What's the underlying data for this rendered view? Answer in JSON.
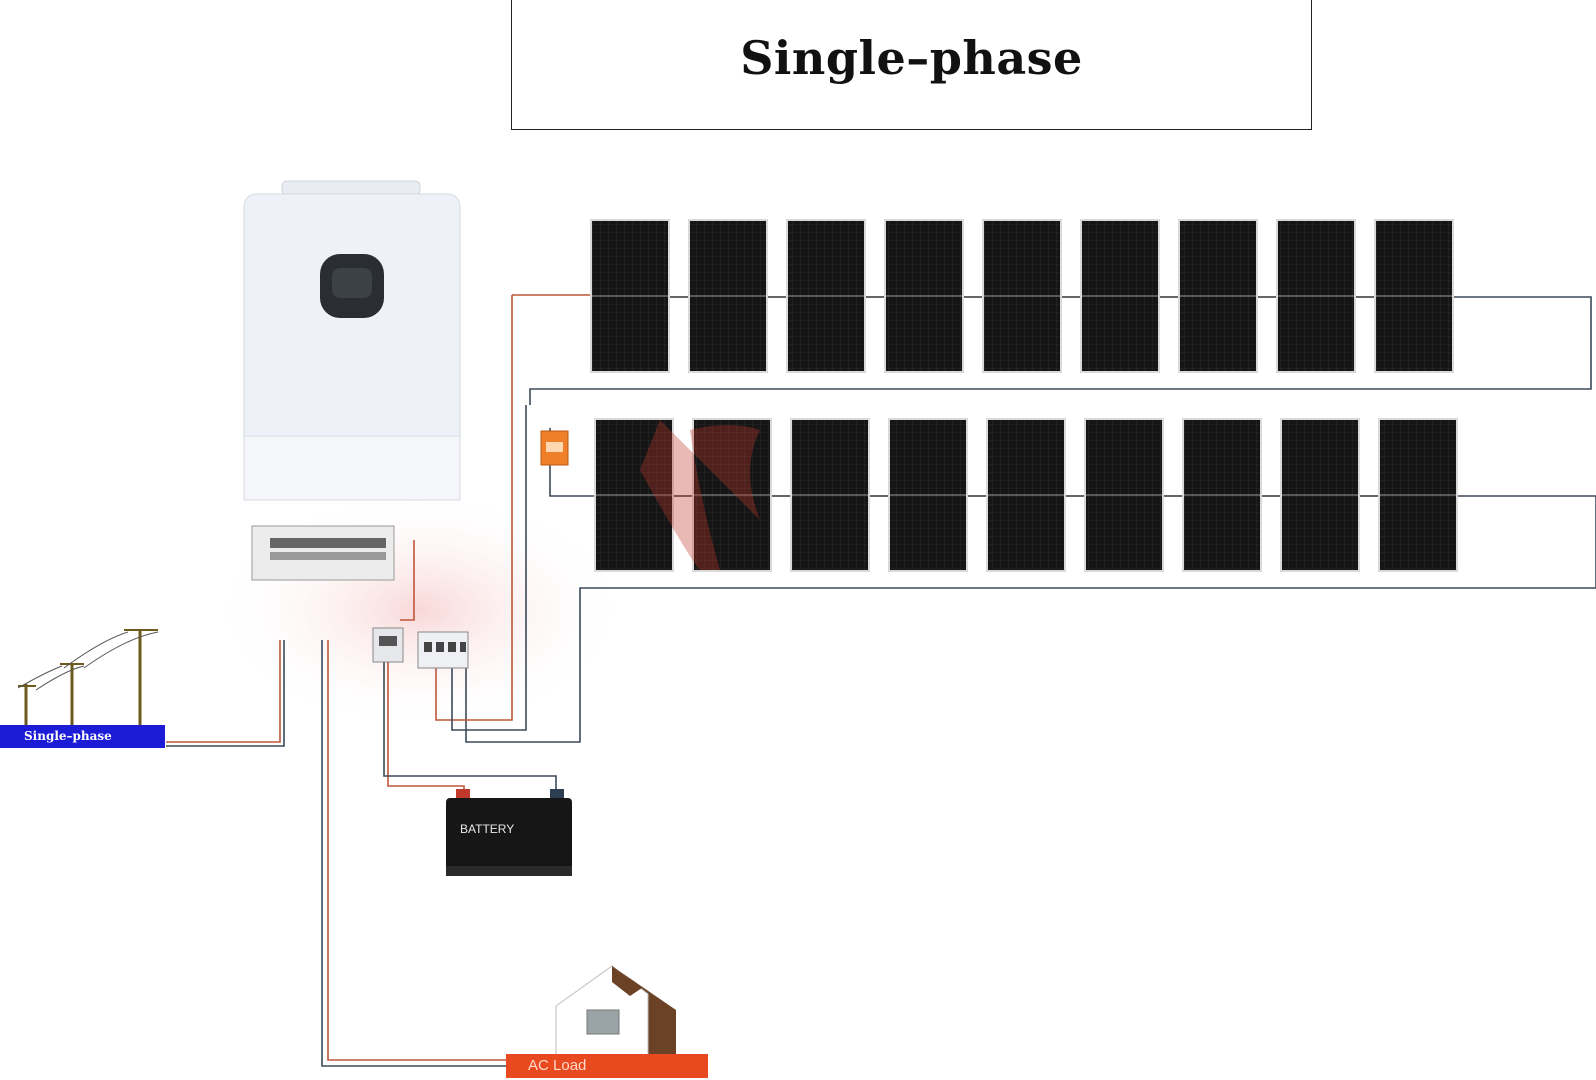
{
  "header": {
    "title": "Single–phase"
  },
  "labels": {
    "grid": "Single–phase",
    "battery": "BATTERY",
    "ac_load": "AC Load"
  },
  "panels": {
    "rows": 2,
    "per_row": 9
  },
  "colors": {
    "grid_label_bg": "#1c1cd6",
    "ac_load_bg": "#e8491f",
    "wire_positive": "#c0553a",
    "wire_negative": "#3b4a5a",
    "panel": "#141414",
    "house_roof": "#6b4226"
  }
}
